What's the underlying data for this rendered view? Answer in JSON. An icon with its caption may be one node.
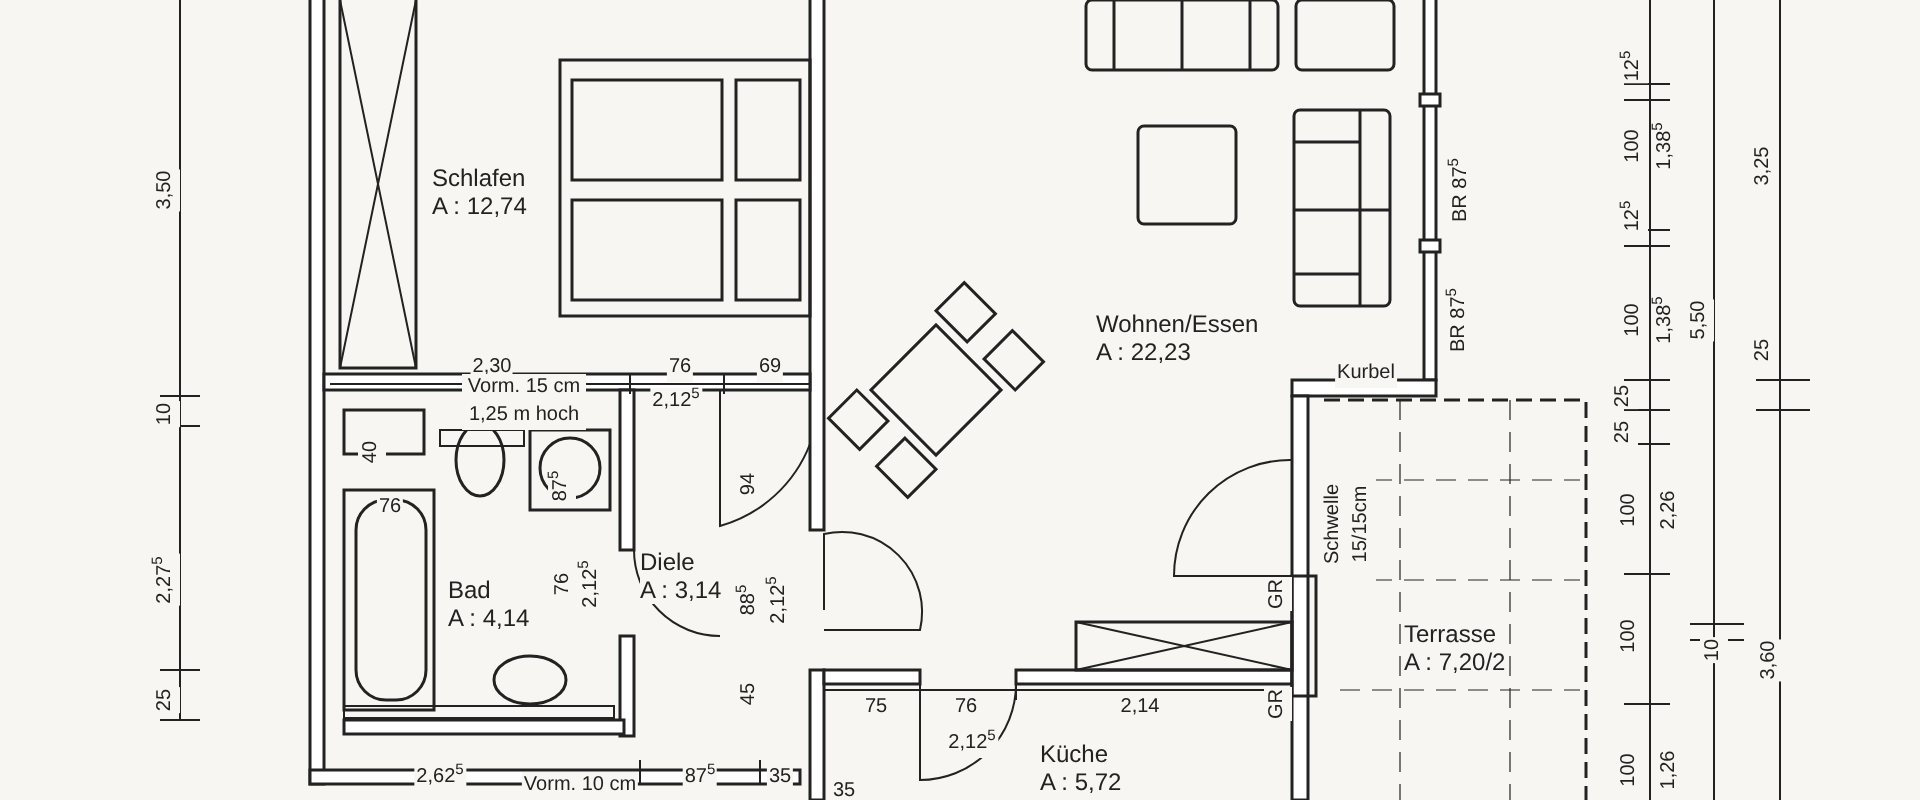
{
  "diagram": {
    "nodes": [
      {
        "text": [
          "Schlafen",
          "A : 12,74"
        ]
      },
      {
        "text": [
          "Bad",
          "A : 4,14"
        ]
      },
      {
        "text": [
          "Diele",
          "A : 3,14"
        ]
      },
      {
        "text": [
          "Wohnen/Essen",
          "A : 22,23"
        ]
      },
      {
        "text": [
          "Küche",
          "A : 5,72"
        ]
      },
      {
        "text": [
          "Terrasse",
          "A : 7,20/2"
        ]
      }
    ],
    "labels": [
      "3,50",
      "10",
      "2,27$^{5}$",
      "25",
      "2,30",
      "76",
      "69",
      "Vorm. 15 cm 1,25 m hoch",
      "2,12$^{5}$",
      "40",
      "76",
      "87$^{5}$",
      "76",
      "2,12$^{5}$",
      "94",
      "88$^{5}$",
      "2,12$^{5}$",
      "45",
      "2,62$^{5}$",
      "Vorm. 10 cm",
      "87$^{5}$",
      "35",
      "35",
      "75",
      "76",
      "2,12$^{5}$",
      "2,14",
      "Kurbel",
      "Schwelle 15/15cm",
      "GR",
      "GR",
      "BR 87$^{5}$",
      "BR 87$^{5}$",
      "12$^{5}$",
      "100",
      "1,38$^{5}$",
      "12$^{5}$",
      "100",
      "1,38$^{5}$",
      "5,50",
      "3,25",
      "25",
      "25",
      "25",
      "100",
      "2,26",
      "100",
      "10",
      "3,60",
      "100",
      "1,26"
    ]
  }
}
